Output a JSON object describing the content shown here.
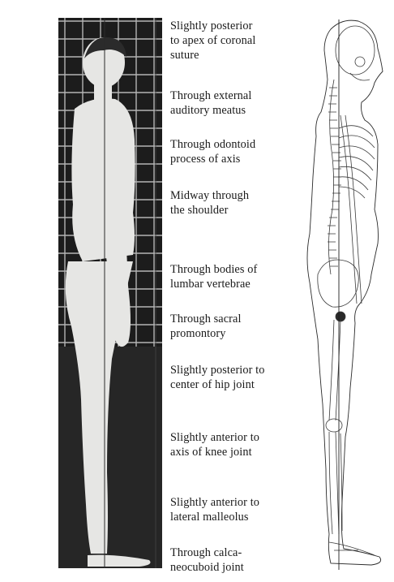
{
  "figure": {
    "labels": [
      "Slightly posterior\nto apex of coronal\nsuture",
      "Through external\nauditory meatus",
      "Through odontoid\nprocess of axis",
      "Midway through\nthe shoulder",
      "Through bodies of\nlumbar vertebrae",
      "Through sacral\npromontory",
      "Slightly posterior to\ncenter of hip joint",
      "Slightly anterior to\naxis of knee joint",
      "Slightly anterior to\nlateral malleolus",
      "Through calca-\nneocuboid joint"
    ],
    "colors": {
      "photo_background": "#1c1c1c",
      "grid": "#d8d8d8",
      "skin": "#e6e6e4",
      "line": "#2a2a2a"
    }
  }
}
